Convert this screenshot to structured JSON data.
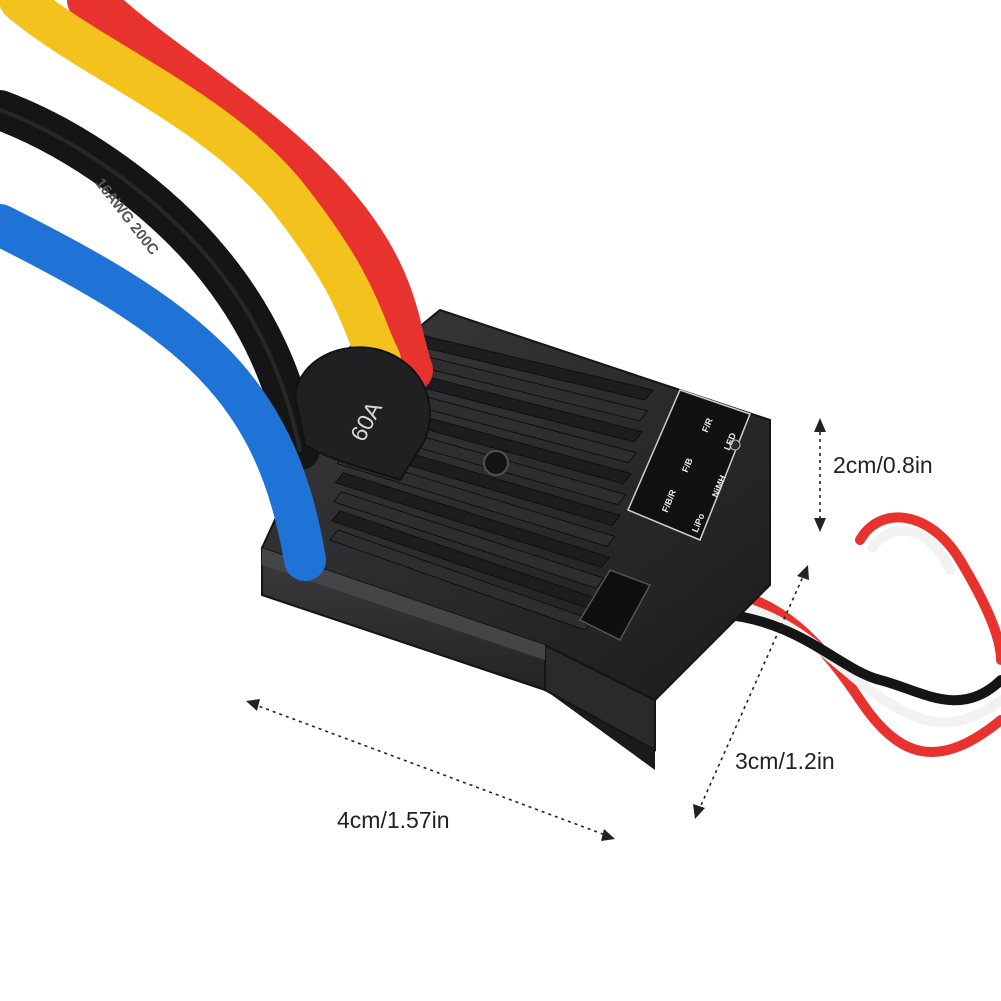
{
  "product": {
    "current_rating": "60A",
    "wire_marking": "16AWG 200C",
    "jumper_labels": [
      "F/R",
      "F/B",
      "F/B/R",
      "LED",
      "NiMH",
      "LiPo"
    ]
  },
  "dimensions": {
    "height": "2cm/0.8in",
    "depth": "3cm/1.2in",
    "width": "4cm/1.57in"
  },
  "colors": {
    "wire_red": "#e8322e",
    "wire_yellow": "#f4c21c",
    "wire_black": "#151515",
    "wire_blue": "#1f73d6",
    "wire_white": "#f2f2f2",
    "housing": "#2b2b2d",
    "heatsink": "#1d1d1f"
  }
}
